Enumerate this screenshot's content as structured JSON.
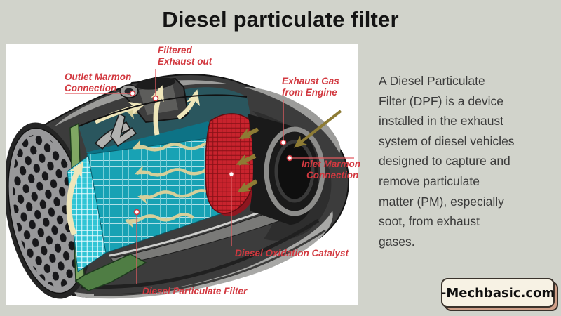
{
  "page": {
    "title": "Diesel particulate filter"
  },
  "theme": {
    "background": "#d1d3cb",
    "panel": "#ffffff",
    "title_color": "#141414",
    "label_red": "#d23940",
    "leader_line_red": "#e25b60",
    "filter_teal": "#18a2b4",
    "catalyst_red": "#c8232d",
    "casing_gray": "#3c3c3c",
    "arrow_cream": "#efe6ba",
    "arrow_olive": "#8d7b34",
    "body_text": "#3b3b3b"
  },
  "diagram": {
    "labels": {
      "filtered_exhaust": {
        "line1": "Filtered",
        "line2": "Exhaust out"
      },
      "outlet_marmon": {
        "line1": "Outlet Marmon",
        "line2": "Connection"
      },
      "exhaust_gas": {
        "line1": "Exhaust Gas",
        "line2": "from Engine"
      },
      "inlet_marmon": {
        "line1": "Inlet Marmon",
        "line2": "Connection"
      },
      "oxidation_catalyst": "Diesel Oxidation Catalyst",
      "particulate_filter": "Diesel Particulate Filter"
    }
  },
  "description": {
    "lines": [
      "A Diesel Particulate",
      "Filter (DPF) is a device",
      "installed in the exhaust",
      "system of diesel vehicles",
      "designed to capture and",
      "remove particulate",
      "matter (PM), especially",
      "soot, from exhaust",
      "gases."
    ]
  },
  "footer": {
    "site_label": "-Mechbasic.com"
  }
}
